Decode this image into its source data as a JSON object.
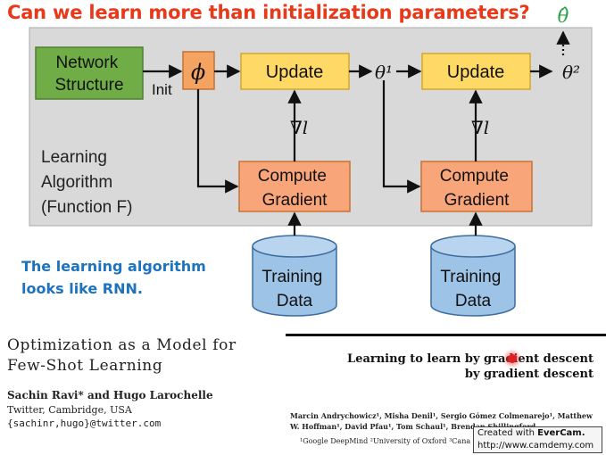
{
  "title": "Can we learn more than initialization parameters?",
  "diagram": {
    "network_structure": "Network Structure",
    "init_label": "Init",
    "phi": "ϕ",
    "update": "Update",
    "compute_gradient": "Compute Gradient",
    "grad_label": "∇l",
    "theta1": "θ¹",
    "theta2": "θ²",
    "theta_hat": "θ̂",
    "training_data": "Training Data",
    "learning_algorithm": [
      "Learning",
      "Algorithm",
      "(Function F)"
    ],
    "colors": {
      "panel": "#d9d9d9",
      "network": "#70ad47",
      "phi": "#f4a460",
      "update": "#ffd966",
      "compute": "#f8a57a",
      "database": "#9dc3e6",
      "theta_hat": "#2e9e44"
    }
  },
  "note": [
    "The learning algorithm",
    "looks like RNN."
  ],
  "paper1": {
    "title": [
      "Optimization as a Model for",
      "Few-Shot Learning"
    ],
    "authors": "Sachin Ravi* and Hugo Larochelle",
    "affiliation": "Twitter, Cambridge, USA",
    "email": "{sachinr,hugo}@twitter.com"
  },
  "paper2": {
    "title": "Learning to learn by gradient descent\nby gradient descent",
    "authors": "Marcin Andrychowicz¹, Misha Denil¹, Sergio Gómez Colmenarejo¹, Matthew W. Hoffman¹, David Pfau¹, Tom Schaul¹, Brendan Shillingford",
    "affiliations": "¹Google DeepMind  ²University of Oxford  ³Cana"
  },
  "watermark": {
    "line1_prefix": "Created with ",
    "brand": "EverCam.",
    "url": "http://www.camdemy.com"
  }
}
